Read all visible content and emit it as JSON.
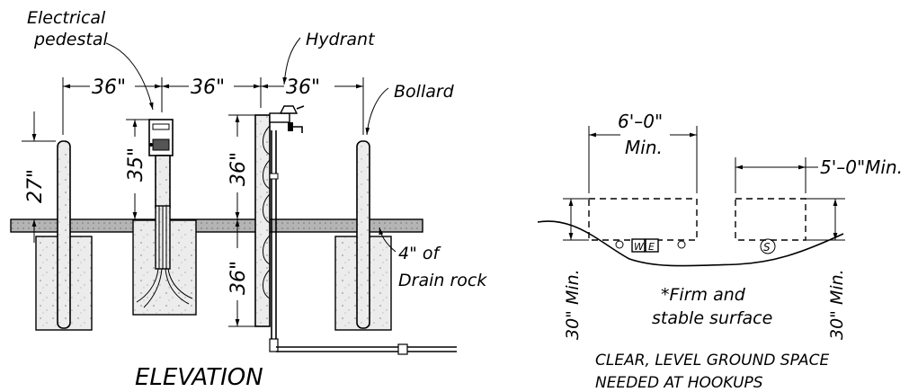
{
  "elevation": {
    "labels": {
      "pedestal_l1": "Electrical",
      "pedestal_l2": "pedestal",
      "hydrant": "Hydrant",
      "bollard": "Bollard",
      "dim_36_a": "36\"",
      "dim_36_b": "36\"",
      "dim_36_c": "36\"",
      "dim_27": "27\"",
      "dim_35": "35\"",
      "dim_36_hyd_up": "36\"",
      "dim_36_hyd_down": "36\"",
      "drain_l1": "4\" of",
      "drain_l2": "Drain rock",
      "caption": "ELEVATION"
    }
  },
  "plan": {
    "labels": {
      "dim_6ft": "6'–0\"",
      "dim_6ft_min": "Min.",
      "dim_5ft": "5'–0\"Min.",
      "dim_30_left": "30\" Min.",
      "dim_30_right": "30\" Min.",
      "note_l1": "*Firm  and",
      "note_l2": "stable surface",
      "caption_l1": "CLEAR,  LEVEL  GROUND  SPACE",
      "caption_l2": "NEEDED  AT  HOOKUPS",
      "water_box": "W",
      "elec_box": "E",
      "sewer_symbol": "S"
    }
  }
}
